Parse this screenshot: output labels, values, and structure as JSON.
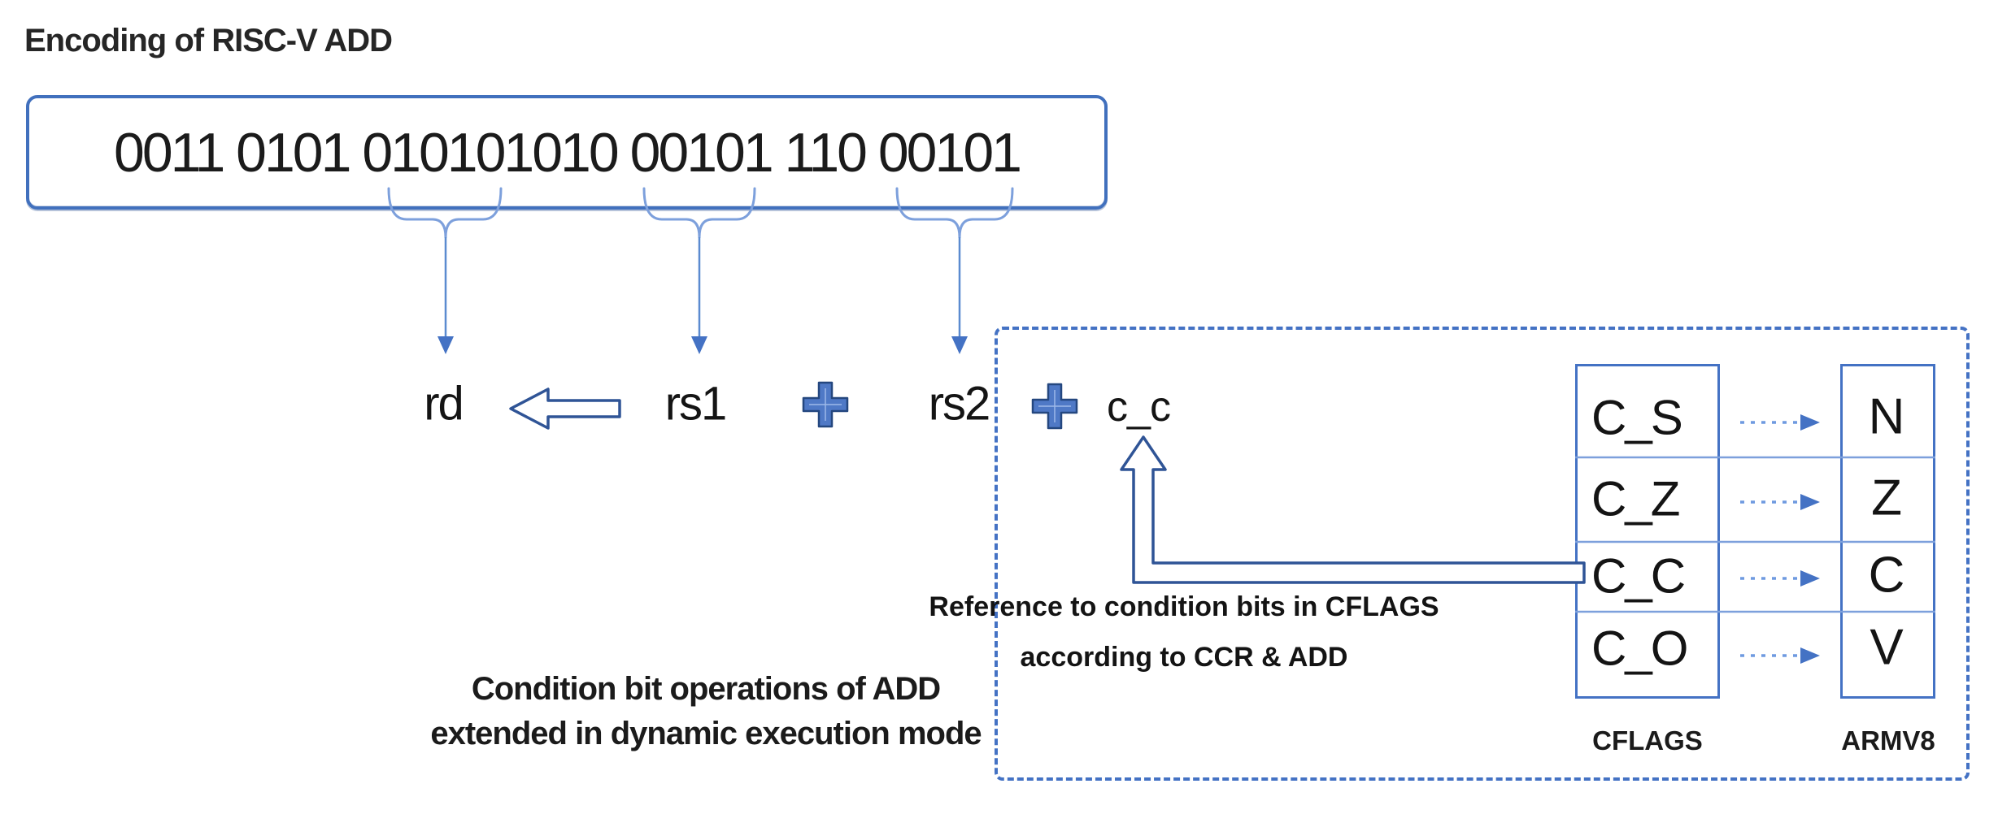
{
  "title": "Encoding of RISC-V ADD",
  "encoding_box": {
    "bits": "0011 0101 010101010 00101 110 00101"
  },
  "expression": {
    "rd": "rd",
    "rs1": "rs1",
    "rs2": "rs2",
    "cc": "c_c"
  },
  "annotation": {
    "line1": "Reference to condition bits in CFLAGS",
    "line2": "according to CCR & ADD"
  },
  "caption": {
    "line1": "Condition bit operations of ADD",
    "line2": "extended in dynamic execution mode"
  },
  "mapping": {
    "rows": [
      {
        "cflag": "C_S",
        "armv8": "N"
      },
      {
        "cflag": "C_Z",
        "armv8": "Z"
      },
      {
        "cflag": "C_C",
        "armv8": "C"
      },
      {
        "cflag": "C_O",
        "armv8": "V"
      }
    ],
    "left_label": "CFLAGS",
    "right_label": "ARMV8"
  },
  "colors": {
    "accent_blue": "#4472c4",
    "dark_blue": "#2f5496",
    "light_blue": "#7da0dc",
    "text": "#1b1b1b"
  }
}
